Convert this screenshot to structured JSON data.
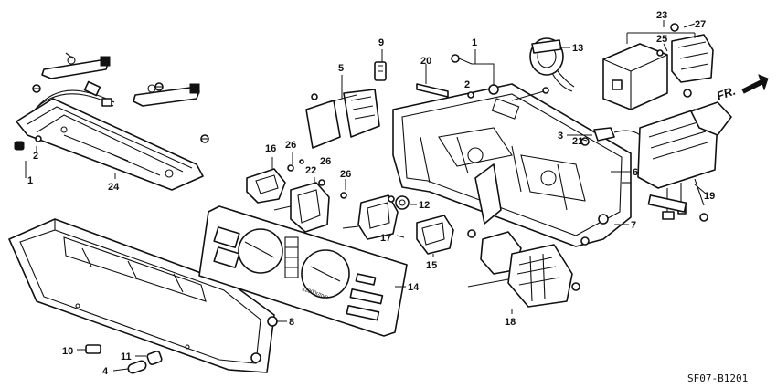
{
  "callouts": {
    "c1_left": "1",
    "c2_left": "2",
    "c24": "24",
    "c16": "16",
    "c26_a": "26",
    "c22": "22",
    "c26_b": "26",
    "c26_c": "26",
    "c5": "5",
    "c9": "9",
    "c20": "20",
    "c1_top": "1",
    "c2_top": "2",
    "c13": "13",
    "c23": "23",
    "c25": "25",
    "c27": "27",
    "c3": "3",
    "c21": "21",
    "c6": "6",
    "c19": "19",
    "c7": "7",
    "c12": "12",
    "c17": "17",
    "c15": "15",
    "c18": "18",
    "c14": "14",
    "c8": "8",
    "c10": "10",
    "c11": "11",
    "c4": "4"
  },
  "direction_label": "FR.",
  "diagram_code": "SF07-B1201",
  "gauge_label": "x1000r/min"
}
